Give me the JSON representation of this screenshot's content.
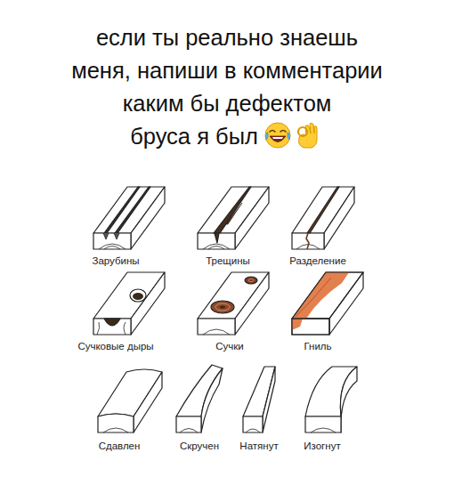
{
  "diagram": {
    "title": "если ты реально знаешь меня, напиши в комментарии каким бы дефектом бруса я был",
    "labels": [
      "Зарубины",
      "Трещины",
      "Разделение",
      "Сучковые дыры",
      "Сучки",
      "Гниль",
      "Сдавлен",
      "Скручен",
      "Натянут",
      "Изогнут"
    ]
  }
}
